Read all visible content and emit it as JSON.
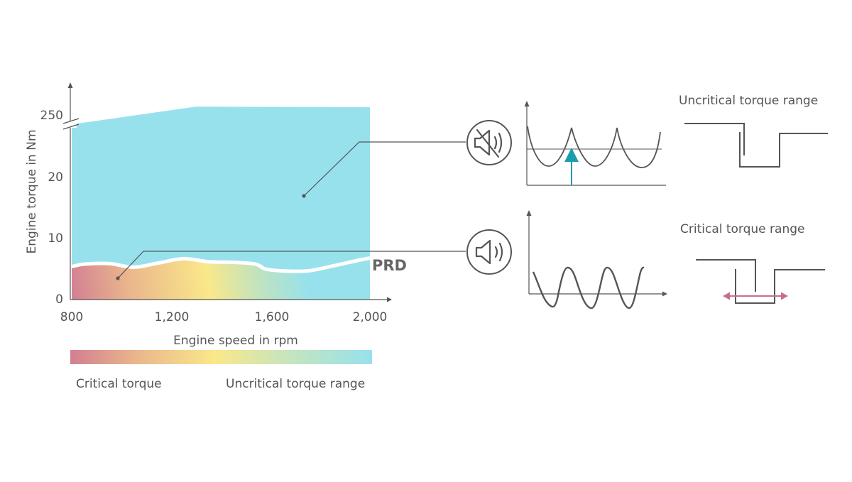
{
  "chart_data": {
    "type": "area",
    "xlabel": "Engine speed in rpm",
    "ylabel": "Engine torque in Nm",
    "x_ticks": [
      "800",
      "1,200",
      "1,600",
      "2,000"
    ],
    "y_ticks": [
      "0",
      "10",
      "20",
      "250"
    ],
    "axis_break": true,
    "xlim": [
      800,
      2000
    ],
    "uncritical_region": {
      "x": [
        800,
        1300,
        2000
      ],
      "upper_y": [
        28.7,
        31.6,
        31.5
      ],
      "color": "#97e1ed"
    },
    "prd_curve": {
      "label": "PRD",
      "x": [
        800,
        850,
        950,
        1050,
        1150,
        1250,
        1350,
        1450,
        1540,
        1580,
        1650,
        1750,
        1850,
        1950,
        2000
      ],
      "y": [
        5.4,
        5.8,
        5.9,
        5.3,
        6.0,
        6.7,
        6.2,
        6.1,
        5.8,
        5.0,
        4.7,
        4.7,
        5.5,
        6.4,
        6.8
      ]
    },
    "gradient_colors": [
      "#d27f92",
      "#f2c98b",
      "#fae88a",
      "#b6e2c5",
      "#97e1ed"
    ]
  },
  "legend": {
    "critical_label": "Critical torque",
    "uncritical_label": "Uncritical torque range"
  },
  "panels": {
    "uncritical_title": "Uncritical torque range",
    "critical_title": "Critical torque range"
  },
  "colors": {
    "axis": "#555555",
    "teal_arrow": "#1a9eaf",
    "pink_arrow": "#c86e8a"
  },
  "icons": {
    "muted": "speaker-muted-icon",
    "sound": "speaker-sound-icon"
  }
}
